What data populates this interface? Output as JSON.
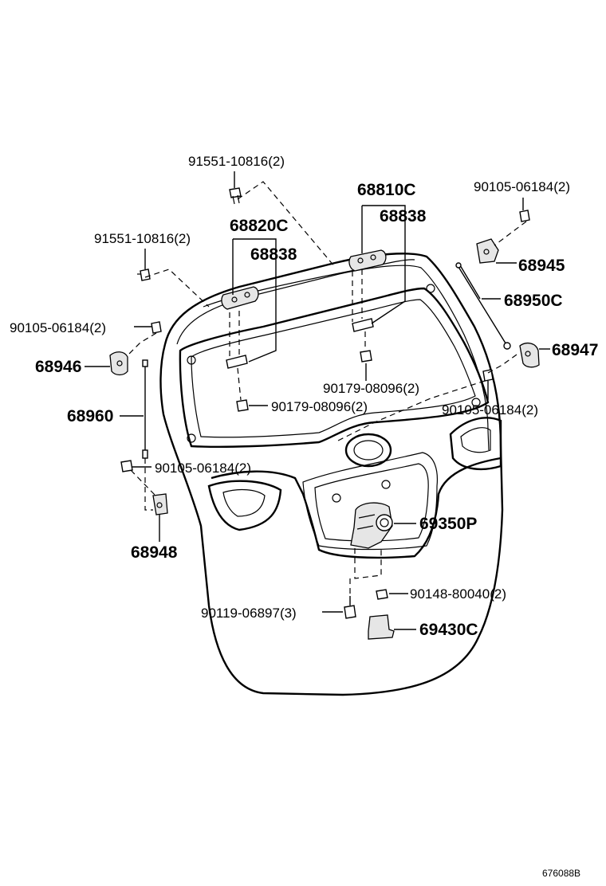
{
  "parts": {
    "p1": "91551-10816(2)",
    "p2": "91551-10816(2)",
    "p3": "68820C",
    "p4": "68838",
    "p5": "68810C",
    "p6": "68838",
    "p7": "90105-06184(2)",
    "p8": "68945",
    "p9": "68950C",
    "p10": "90105-06184(2)",
    "p11": "68946",
    "p12": "68947",
    "p13": "90179-08096(2)",
    "p14": "90179-08096(2)",
    "p15": "90105-06184(2)",
    "p16": "68960",
    "p17": "90105-06184(2)",
    "p18": "68948",
    "p19": "69350P",
    "p20": "90148-80040(2)",
    "p21": "90119-06897(3)",
    "p22": "69430C"
  },
  "figure_code": "676088B"
}
